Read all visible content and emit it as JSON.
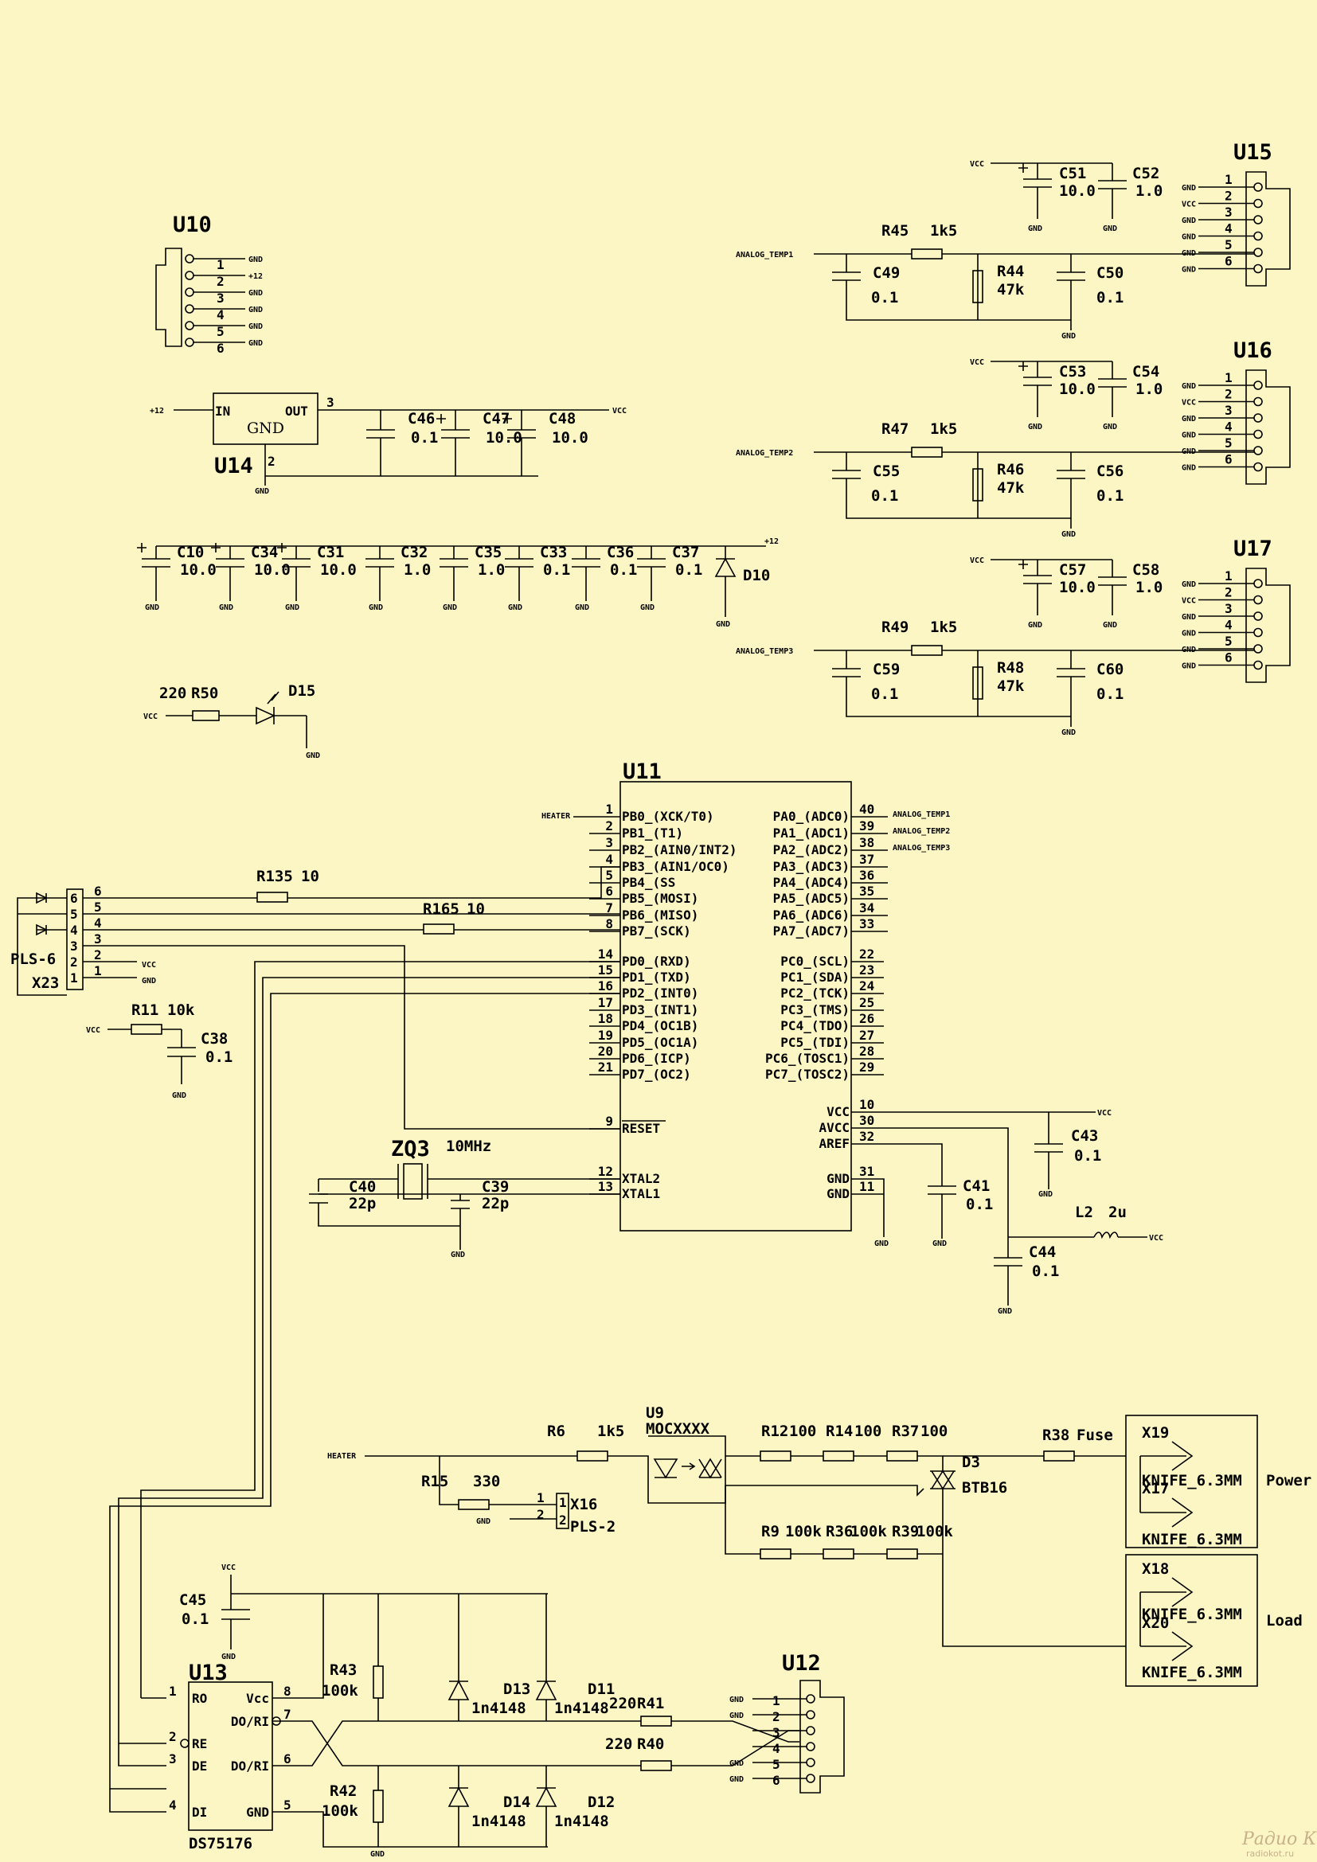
{
  "nets": {
    "gnd": "GND",
    "vcc": "VCC",
    "p12": "+12",
    "heater": "HEATER",
    "t1": "ANALOG_TEMP1",
    "t2": "ANALOG_TEMP2",
    "t3": "ANALOG_TEMP3"
  },
  "u10": {
    "ref": "U10",
    "pins": [
      "1",
      "2",
      "3",
      "4",
      "5",
      "6"
    ],
    "nets": [
      "GND",
      "+12",
      "GND",
      "GND",
      "GND",
      "GND"
    ]
  },
  "u14": {
    "ref": "U14",
    "in": "IN",
    "out": "OUT",
    "gnd": "GND",
    "p2": "2",
    "p3": "3"
  },
  "reg_caps": [
    {
      "ref": "C46",
      "val": "0.1"
    },
    {
      "ref": "C47",
      "val": "10.0"
    },
    {
      "ref": "C48",
      "val": "10.0"
    }
  ],
  "bulk_caps": [
    {
      "ref": "C10",
      "val": "10.0"
    },
    {
      "ref": "C34",
      "val": "10.0"
    },
    {
      "ref": "C31",
      "val": "10.0"
    },
    {
      "ref": "C32",
      "val": "1.0"
    },
    {
      "ref": "C35",
      "val": "1.0"
    },
    {
      "ref": "C33",
      "val": "0.1"
    },
    {
      "ref": "C36",
      "val": "0.1"
    },
    {
      "ref": "C37",
      "val": "0.1"
    }
  ],
  "d10": "D10",
  "led": {
    "r": "R50",
    "rval": "220",
    "d": "D15"
  },
  "sensors": [
    {
      "u": "U15",
      "r1": "R45",
      "r1v": "1k5",
      "r2": "R44",
      "r2v": "47k",
      "ca": "C49",
      "cav": "0.1",
      "cb": "C50",
      "cbv": "0.1",
      "cc": "C51",
      "ccv": "10.0",
      "cd": "C52",
      "cdv": "1.0",
      "net": "ANALOG_TEMP1"
    },
    {
      "u": "U16",
      "r1": "R47",
      "r1v": "1k5",
      "r2": "R46",
      "r2v": "47k",
      "ca": "C55",
      "cav": "0.1",
      "cb": "C56",
      "cbv": "0.1",
      "cc": "C53",
      "ccv": "10.0",
      "cd": "C54",
      "cdv": "1.0",
      "net": "ANALOG_TEMP2"
    },
    {
      "u": "U17",
      "r1": "R49",
      "r1v": "1k5",
      "r2": "R48",
      "r2v": "47k",
      "ca": "C59",
      "cav": "0.1",
      "cb": "C60",
      "cbv": "0.1",
      "cc": "C57",
      "ccv": "10.0",
      "cd": "C58",
      "cdv": "1.0",
      "net": "ANALOG_TEMP3"
    }
  ],
  "sensor_pins": [
    "1",
    "2",
    "3",
    "4",
    "5",
    "6"
  ],
  "sensor_nets": [
    "GND",
    "VCC",
    "GND",
    "GND",
    "GND",
    "GND"
  ],
  "u11": {
    "ref": "U11",
    "left": [
      [
        "1",
        "PB0_(XCK/T0)"
      ],
      [
        "2",
        "PB1_(T1)"
      ],
      [
        "3",
        "PB2_(AIN0/INT2)"
      ],
      [
        "4",
        "PB3_(AIN1/OC0)"
      ],
      [
        "5",
        "PB4_(SS"
      ],
      [
        "6",
        "PB5_(MOSI)"
      ],
      [
        "7",
        "PB6_(MISO)"
      ],
      [
        "8",
        "PB7_(SCK)"
      ],
      [
        "14",
        "PD0_(RXD)"
      ],
      [
        "15",
        "PD1_(TXD)"
      ],
      [
        "16",
        "PD2_(INT0)"
      ],
      [
        "17",
        "PD3_(INT1)"
      ],
      [
        "18",
        "PD4_(OC1B)"
      ],
      [
        "19",
        "PD5_(OC1A)"
      ],
      [
        "20",
        "PD6_(ICP)"
      ],
      [
        "21",
        "PD7_(OC2)"
      ],
      [
        "9",
        "RESET"
      ],
      [
        "12",
        "XTAL2"
      ],
      [
        "13",
        "XTAL1"
      ]
    ],
    "right": [
      [
        "40",
        "PA0_(ADC0)"
      ],
      [
        "39",
        "PA1_(ADC1)"
      ],
      [
        "38",
        "PA2_(ADC2)"
      ],
      [
        "37",
        "PA3_(ADC3)"
      ],
      [
        "36",
        "PA4_(ADC4)"
      ],
      [
        "35",
        "PA5_(ADC5)"
      ],
      [
        "34",
        "PA6_(ADC6)"
      ],
      [
        "33",
        "PA7_(ADC7)"
      ],
      [
        "22",
        "PC0_(SCL)"
      ],
      [
        "23",
        "PC1_(SDA)"
      ],
      [
        "24",
        "PC2_(TCK)"
      ],
      [
        "25",
        "PC3_(TMS)"
      ],
      [
        "26",
        "PC4_(TDO)"
      ],
      [
        "27",
        "PC5_(TDI)"
      ],
      [
        "28",
        "PC6_(TOSC1)"
      ],
      [
        "29",
        "PC7_(TOSC2)"
      ],
      [
        "10",
        "VCC"
      ],
      [
        "30",
        "AVCC"
      ],
      [
        "32",
        "AREF"
      ],
      [
        "31",
        "GND"
      ],
      [
        "11",
        "GND"
      ]
    ]
  },
  "isp": {
    "ref": "X23",
    "type": "PLS-6",
    "pins": [
      "6",
      "5",
      "4",
      "3",
      "2",
      "1"
    ],
    "r1": "R135",
    "r1v": "10",
    "r2": "R165",
    "r2v": "10"
  },
  "reset": {
    "r": "R11",
    "rv": "10k",
    "c": "C38",
    "cv": "0.1"
  },
  "xtal": {
    "ref": "ZQ3",
    "val": "10MHz",
    "c1": "C40",
    "c1v": "22p",
    "c2": "C39",
    "c2v": "22p"
  },
  "avcc": {
    "c43": "C43",
    "c43v": "0.1",
    "c41": "C41",
    "c41v": "0.1",
    "c44": "C44",
    "c44v": "0.1",
    "l": "L2",
    "lv": "2u"
  },
  "triac": {
    "r6": "R6",
    "r6v": "1k5",
    "u9": "U9",
    "u9v": "MOCXXXX",
    "r15": "R15",
    "r15v": "330",
    "x16": "X16",
    "x16v": "PLS-2",
    "r12": "R12",
    "r12v": "100",
    "r14": "R14",
    "r14v": "100",
    "r37": "R37",
    "r37v": "100",
    "d3": "D3",
    "d3v": "BTB16",
    "r38": "R38",
    "r38v": "Fuse",
    "r9": "R9",
    "r9v": "100k",
    "r36": "R36",
    "r36v": "100k",
    "r39": "R39",
    "r39v": "100k"
  },
  "knife": {
    "x19": "X19",
    "x17": "X17",
    "x18": "X18",
    "x20": "X20",
    "type": "KNIFE_6.3MM",
    "power": "Power",
    "load": "Load"
  },
  "rs485": {
    "u13": "U13",
    "part": "DS75176",
    "c45": "C45",
    "c45v": "0.1",
    "r43": "R43",
    "r43v": "100k",
    "r42": "R42",
    "r42v": "100k",
    "r41": "R41",
    "r41v": "220",
    "r40": "R40",
    "r40v": "220",
    "d11": "D11",
    "d12": "D12",
    "d13": "D13",
    "d14": "D14",
    "dv": "1n4148",
    "u12": "U12",
    "pins_l": [
      [
        "1",
        "RO"
      ],
      [
        "2",
        "RE"
      ],
      [
        "3",
        "DE"
      ],
      [
        "4",
        "DI"
      ]
    ],
    "pins_r": [
      [
        "8",
        "Vcc"
      ],
      [
        "7",
        "DO/RI"
      ],
      [
        "6",
        "DO/RI"
      ],
      [
        "5",
        "GND"
      ]
    ]
  },
  "watermark": {
    "logo": "Радио КОТ",
    "url": "radiokot.ru"
  },
  "colors": {
    "background": "#fcf6c4",
    "ink": "#000000",
    "watermark": "#c8b08c"
  }
}
